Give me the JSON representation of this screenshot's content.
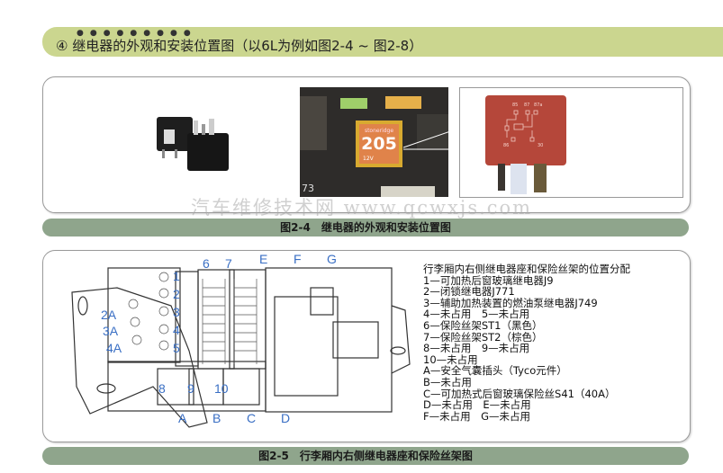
{
  "header": {
    "dots": "●●●●●●●●●",
    "title": "④ 继电器的外观和安装位置图（以6L为例如图2-4 ~ 图2-8）"
  },
  "figure1": {
    "caption": "图2-4　继电器的外观和安装位置图",
    "relay_label": {
      "brand": "stoneridge",
      "number": "205",
      "voltage": "12V"
    },
    "pin_labels": [
      "85",
      "87",
      "87a",
      "86",
      "30"
    ],
    "bg_label": "73"
  },
  "watermark": "汽车维修技术网 www.qcwxjs.com",
  "figure2": {
    "caption": "图2-5　行李厢内右侧继电器座和保险丝架图",
    "diagram_labels": {
      "n1": "1",
      "n2": "2",
      "n3": "3",
      "n4": "4",
      "n5": "5",
      "n6": "6",
      "n7": "7",
      "n8": "8",
      "n9": "9",
      "n10": "10",
      "n2A": "2A",
      "n3A": "3A",
      "n4A": "4A",
      "A": "A",
      "B": "B",
      "C": "C",
      "D": "D",
      "E": "E",
      "F": "F",
      "G": "G"
    },
    "legend": {
      "title": "行李厢内右侧继电器座和保险丝架的位置分配",
      "items": [
        "1—可加热后窗玻璃继电器J9",
        "2—闭锁继电器J771",
        "3—辅助加热装置的燃油泵继电器J749",
        "4—未占用　5—未占用",
        "6—保险丝架ST1（黑色）",
        "7—保险丝架ST2（棕色）",
        "8—未占用　9—未占用",
        "10—未占用",
        "A—安全气囊插头（Tyco元件）",
        "B—未占用",
        "C—可加热式后窗玻璃保险丝S41（40A）",
        "D—未占用　E—未占用",
        "F—未占用　G—未占用"
      ]
    }
  },
  "colors": {
    "header_bar": "#cbd68f",
    "caption_bar": "#8fa58c",
    "label_blue": "#3a6fc4",
    "relay_red": "#b5473a",
    "relay_orange": "#e0834a"
  }
}
